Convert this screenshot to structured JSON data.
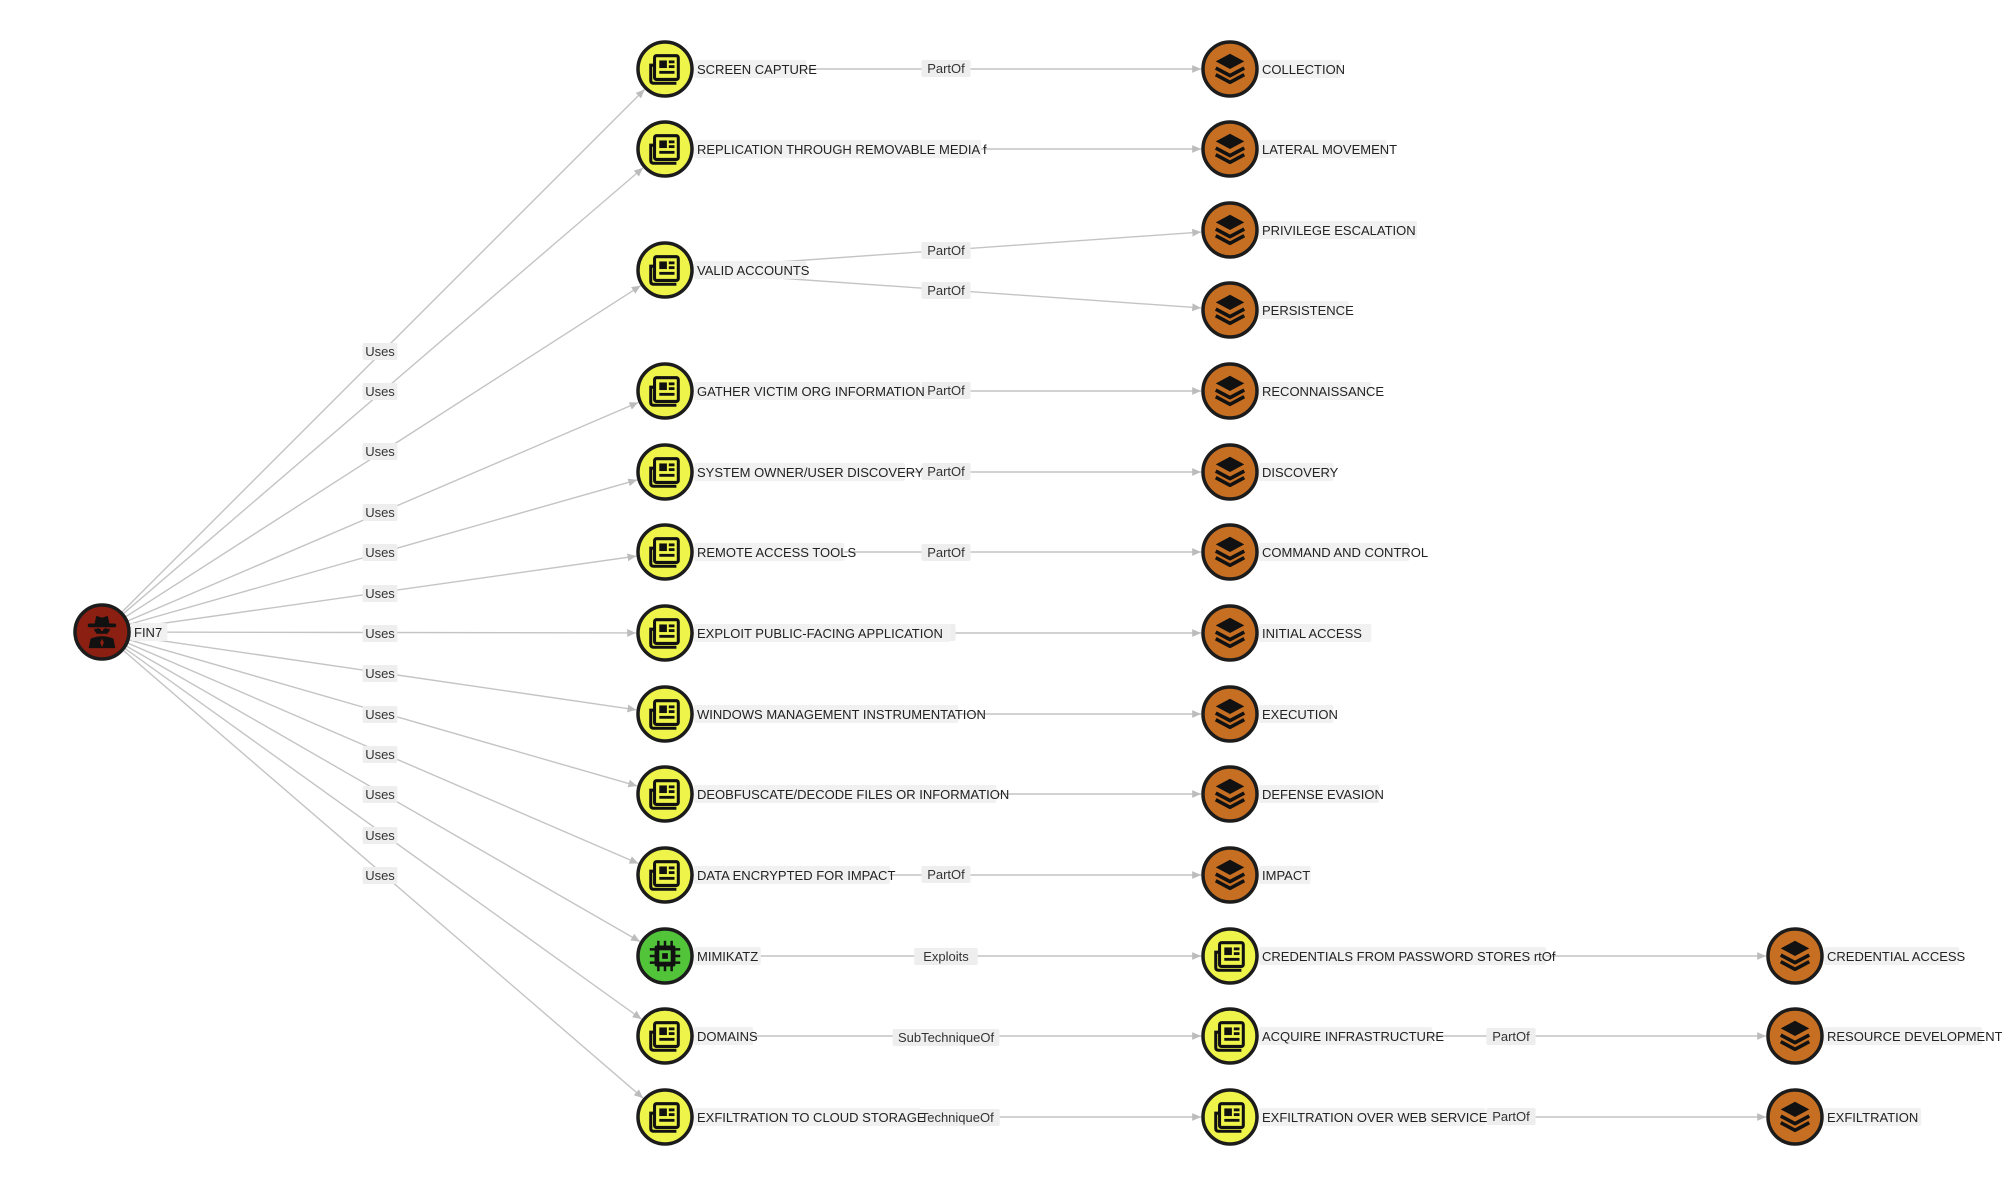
{
  "colors": {
    "actor": "#8a1f12",
    "technique": "#eef44a",
    "tool": "#52c43a",
    "tactic": "#c66f22",
    "edge": "#c4c4c4"
  },
  "nodes": {
    "fin7": {
      "label": "FIN7",
      "kind": "actor",
      "icon": "spy-icon"
    },
    "screen_capture": {
      "label": "SCREEN CAPTURE",
      "kind": "technique",
      "icon": "document-icon"
    },
    "replication": {
      "label": "REPLICATION THROUGH REMOVABLE MEDIA f",
      "kind": "technique",
      "icon": "document-icon"
    },
    "valid_accounts": {
      "label": "VALID ACCOUNTS",
      "kind": "technique",
      "icon": "document-icon"
    },
    "gather_victim": {
      "label": "GATHER VICTIM ORG INFORMATION",
      "kind": "technique",
      "icon": "document-icon"
    },
    "system_owner": {
      "label": "SYSTEM OWNER/USER DISCOVERY",
      "kind": "technique",
      "icon": "document-icon"
    },
    "remote_access": {
      "label": "REMOTE ACCESS TOOLS",
      "kind": "technique",
      "icon": "document-icon"
    },
    "exploit_public": {
      "label": "EXPLOIT PUBLIC-FACING APPLICATION",
      "kind": "technique",
      "icon": "document-icon"
    },
    "wmi": {
      "label": "WINDOWS MANAGEMENT INSTRUMENTATION",
      "kind": "technique",
      "icon": "document-icon"
    },
    "deobfuscate": {
      "label": "DEOBFUSCATE/DECODE FILES OR INFORMATION",
      "kind": "technique",
      "icon": "document-icon"
    },
    "data_encrypted": {
      "label": "DATA ENCRYPTED FOR IMPACT",
      "kind": "technique",
      "icon": "document-icon"
    },
    "mimikatz": {
      "label": "MIMIKATZ",
      "kind": "tool",
      "icon": "chip-icon"
    },
    "domains": {
      "label": "DOMAINS",
      "kind": "technique",
      "icon": "document-icon"
    },
    "exfil_cloud": {
      "label": "EXFILTRATION TO CLOUD STORAGE",
      "kind": "technique",
      "icon": "document-icon"
    },
    "collection": {
      "label": "COLLECTION",
      "kind": "tactic",
      "icon": "layers-icon"
    },
    "lateral_movement": {
      "label": "LATERAL MOVEMENT",
      "kind": "tactic",
      "icon": "layers-icon"
    },
    "privilege_escalation": {
      "label": "PRIVILEGE ESCALATION",
      "kind": "tactic",
      "icon": "layers-icon"
    },
    "persistence": {
      "label": "PERSISTENCE",
      "kind": "tactic",
      "icon": "layers-icon"
    },
    "reconnaissance": {
      "label": "RECONNAISSANCE",
      "kind": "tactic",
      "icon": "layers-icon"
    },
    "discovery": {
      "label": "DISCOVERY",
      "kind": "tactic",
      "icon": "layers-icon"
    },
    "command_control": {
      "label": "COMMAND AND CONTROL",
      "kind": "tactic",
      "icon": "layers-icon"
    },
    "initial_access": {
      "label": "INITIAL ACCESS",
      "kind": "tactic",
      "icon": "layers-icon"
    },
    "execution": {
      "label": "EXECUTION",
      "kind": "tactic",
      "icon": "layers-icon"
    },
    "defense_evasion": {
      "label": "DEFENSE EVASION",
      "kind": "tactic",
      "icon": "layers-icon"
    },
    "impact": {
      "label": "IMPACT",
      "kind": "tactic",
      "icon": "layers-icon"
    },
    "credentials_stores": {
      "label": "CREDENTIALS FROM PASSWORD STORES rtOf",
      "kind": "technique",
      "icon": "document-icon"
    },
    "acquire_infra": {
      "label": "ACQUIRE INFRASTRUCTURE",
      "kind": "technique",
      "icon": "document-icon"
    },
    "exfil_web": {
      "label": "EXFILTRATION OVER WEB SERVICE",
      "kind": "technique",
      "icon": "document-icon"
    },
    "credential_access": {
      "label": "CREDENTIAL ACCESS",
      "kind": "tactic",
      "icon": "layers-icon"
    },
    "resource_dev": {
      "label": "RESOURCE DEVELOPMENT",
      "kind": "tactic",
      "icon": "layers-icon"
    },
    "exfiltration": {
      "label": "EXFILTRATION",
      "kind": "tactic",
      "icon": "layers-icon"
    }
  },
  "edges": [
    {
      "from": "fin7",
      "to": "screen_capture",
      "label": "Uses"
    },
    {
      "from": "fin7",
      "to": "replication",
      "label": "Uses"
    },
    {
      "from": "fin7",
      "to": "valid_accounts",
      "label": "Uses"
    },
    {
      "from": "fin7",
      "to": "gather_victim",
      "label": "Uses"
    },
    {
      "from": "fin7",
      "to": "system_owner",
      "label": "Uses"
    },
    {
      "from": "fin7",
      "to": "remote_access",
      "label": "Uses"
    },
    {
      "from": "fin7",
      "to": "exploit_public",
      "label": "Uses"
    },
    {
      "from": "fin7",
      "to": "wmi",
      "label": "Uses"
    },
    {
      "from": "fin7",
      "to": "deobfuscate",
      "label": "Uses"
    },
    {
      "from": "fin7",
      "to": "data_encrypted",
      "label": "Uses"
    },
    {
      "from": "fin7",
      "to": "mimikatz",
      "label": "Uses"
    },
    {
      "from": "fin7",
      "to": "domains",
      "label": "Uses"
    },
    {
      "from": "fin7",
      "to": "exfil_cloud",
      "label": "Uses"
    },
    {
      "from": "screen_capture",
      "to": "collection",
      "label": "PartOf"
    },
    {
      "from": "replication",
      "to": "lateral_movement",
      "label": ""
    },
    {
      "from": "valid_accounts",
      "to": "privilege_escalation",
      "label": "PartOf"
    },
    {
      "from": "valid_accounts",
      "to": "persistence",
      "label": "PartOf"
    },
    {
      "from": "gather_victim",
      "to": "reconnaissance",
      "label": "PartOf"
    },
    {
      "from": "system_owner",
      "to": "discovery",
      "label": "PartOf"
    },
    {
      "from": "remote_access",
      "to": "command_control",
      "label": "PartOf"
    },
    {
      "from": "exploit_public",
      "to": "initial_access",
      "label": "PartOf"
    },
    {
      "from": "wmi",
      "to": "execution",
      "label": ""
    },
    {
      "from": "deobfuscate",
      "to": "defense_evasion",
      "label": ""
    },
    {
      "from": "data_encrypted",
      "to": "impact",
      "label": "PartOf"
    },
    {
      "from": "mimikatz",
      "to": "credentials_stores",
      "label": "Exploits"
    },
    {
      "from": "domains",
      "to": "acquire_infra",
      "label": "SubTechniqueOf"
    },
    {
      "from": "exfil_cloud",
      "to": "exfil_web",
      "label": "ubTechniqueOf"
    },
    {
      "from": "credentials_stores",
      "to": "credential_access",
      "label": ""
    },
    {
      "from": "acquire_infra",
      "to": "resource_dev",
      "label": "PartOf"
    },
    {
      "from": "exfil_web",
      "to": "exfiltration",
      "label": "PartOf"
    }
  ]
}
